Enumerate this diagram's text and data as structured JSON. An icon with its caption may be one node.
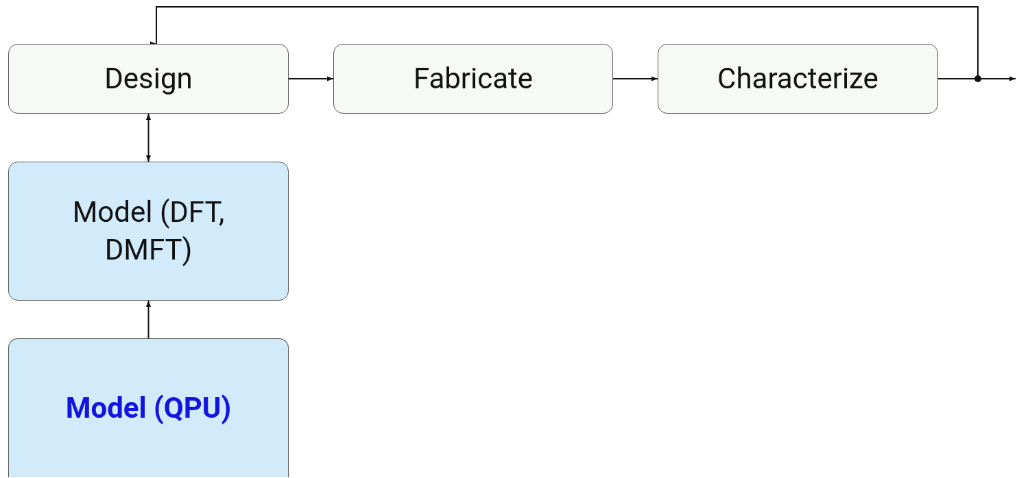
{
  "diagram": {
    "nodes": [
      {
        "text": [
          "Design"
        ]
      },
      {
        "text": [
          "Fabricate"
        ]
      },
      {
        "text": [
          "Characterize"
        ]
      },
      {
        "text": [
          "Model (DFT, DMFT)"
        ]
      },
      {
        "text": [
          "Model (QPU)"
        ]
      }
    ],
    "edges": [
      {
        "from": 0,
        "to": 1,
        "arrow": "to"
      },
      {
        "from": 1,
        "to": 2,
        "arrow": "to"
      },
      {
        "from": 2,
        "to": null,
        "arrow": "to"
      },
      {
        "from": 2,
        "to": 0,
        "arrow": "to"
      },
      {
        "from": 0,
        "to": 3,
        "arrow": "both"
      },
      {
        "from": 4,
        "to": 3,
        "arrow": "to"
      }
    ]
  }
}
